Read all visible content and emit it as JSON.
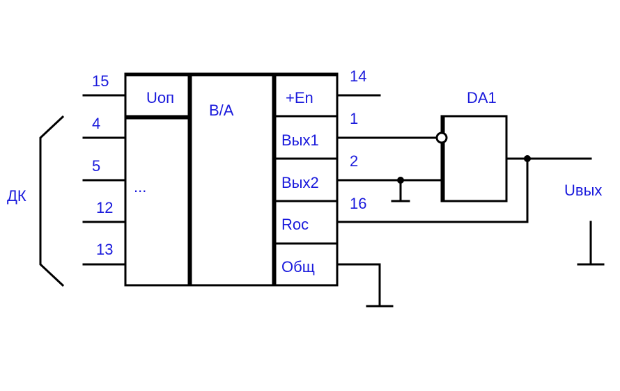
{
  "dac": {
    "labels": {
      "uop": "Uоп",
      "ba": "B/A",
      "dots": "...",
      "en": "+En",
      "out1": "Вых1",
      "out2": "Вых2",
      "roc": "Roc",
      "common": "Общ"
    },
    "input_pins": [
      "15",
      "4",
      "5",
      "12",
      "13"
    ],
    "output_pins": [
      "14",
      "1",
      "2",
      "16"
    ]
  },
  "bus_label": "ДК",
  "opamp_label": "DA1",
  "output_label": "Uвых"
}
